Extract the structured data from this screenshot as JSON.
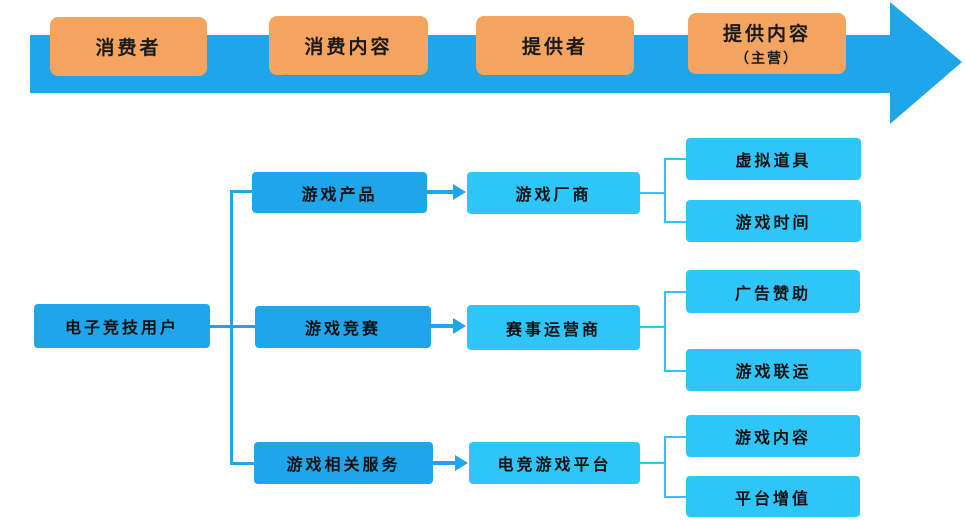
{
  "header": {
    "stages": [
      {
        "label": "消费者"
      },
      {
        "label": "消费内容"
      },
      {
        "label": "提供者"
      },
      {
        "label": "提供内容",
        "sub": "（主营）"
      }
    ]
  },
  "tree": {
    "root": "电子竞技用户",
    "branches": [
      {
        "category": "游戏产品",
        "provider": "游戏厂商",
        "contents": [
          "虚拟道具",
          "游戏时间"
        ]
      },
      {
        "category": "游戏竞赛",
        "provider": "赛事运营商",
        "contents": [
          "广告赞助",
          "游戏联运"
        ]
      },
      {
        "category": "游戏相关服务",
        "provider": "电竞游戏平台",
        "contents": [
          "游戏内容",
          "平台增值"
        ]
      }
    ]
  },
  "colors": {
    "arrow": "#1ea5ea",
    "header_box": "#f4a45f",
    "node_dark": "#1ea5ea",
    "node_light": "#2ec6f9"
  }
}
